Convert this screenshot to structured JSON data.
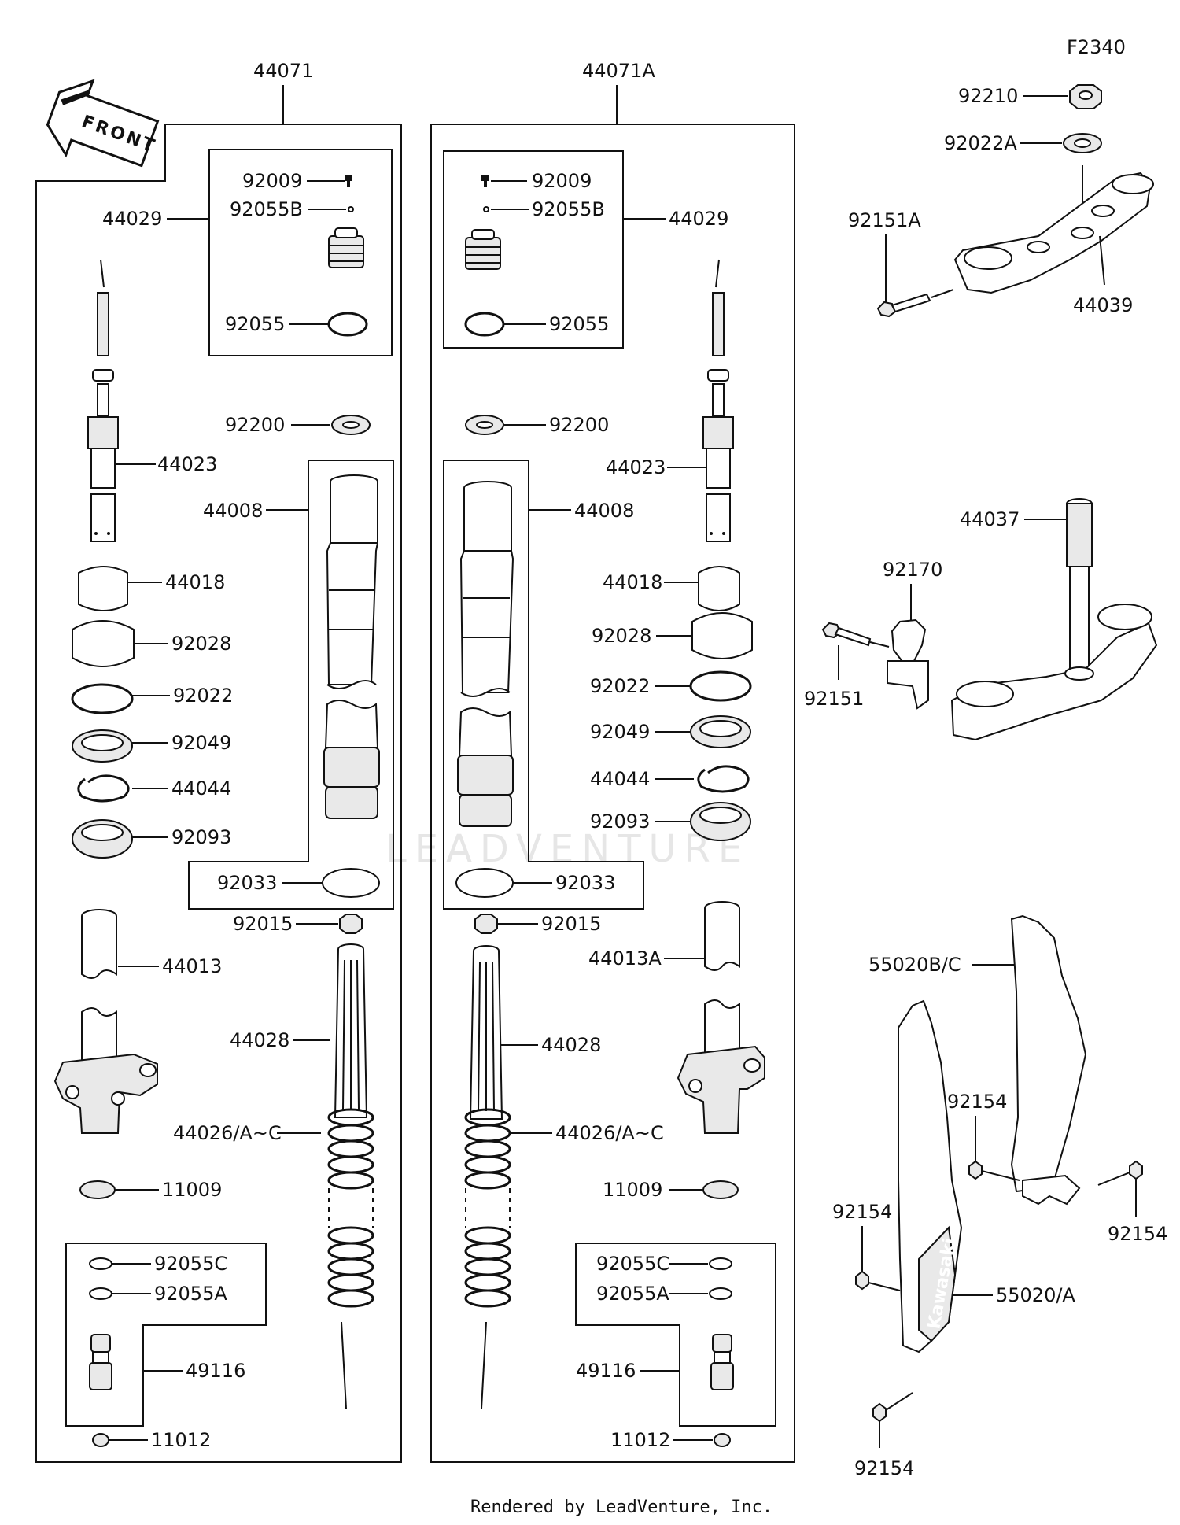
{
  "diagram_code": "F2340",
  "footer": "Rendered by LeadVenture, Inc.",
  "watermark": "LEADVENTURE",
  "front_label": "FRONT",
  "left_assembly": {
    "title": "44071",
    "parts": {
      "p92009": "92009",
      "p92055B": "92055B",
      "p44029": "44029",
      "p92055": "92055",
      "p92200": "92200",
      "p44023": "44023",
      "p44008": "44008",
      "p44018": "44018",
      "p92028": "92028",
      "p92022": "92022",
      "p92049": "92049",
      "p44044": "44044",
      "p92093": "92093",
      "p92033": "92033",
      "p92015": "92015",
      "p44013": "44013",
      "p44028": "44028",
      "p44026": "44026/A~C",
      "p11009": "11009",
      "p92055C": "92055C",
      "p92055A": "92055A",
      "p49116": "49116",
      "p11012": "11012"
    }
  },
  "right_assembly": {
    "title": "44071A",
    "parts": {
      "p92009": "92009",
      "p92055B": "92055B",
      "p44029": "44029",
      "p92055": "92055",
      "p92200": "92200",
      "p44023": "44023",
      "p44008": "44008",
      "p44018": "44018",
      "p92028": "92028",
      "p92022": "92022",
      "p92049": "92049",
      "p44044": "44044",
      "p92093": "92093",
      "p92033": "92033",
      "p92015": "92015",
      "p44013A": "44013A",
      "p44028": "44028",
      "p44026": "44026/A~C",
      "p11009": "11009",
      "p92055C": "92055C",
      "p92055A": "92055A",
      "p49116": "49116",
      "p11012": "11012"
    }
  },
  "side_parts": {
    "p92210": "92210",
    "p92022A": "92022A",
    "p92151A": "92151A",
    "p44039": "44039",
    "p44037": "44037",
    "p92170": "92170",
    "p92151": "92151",
    "p55020BC": "55020B/C",
    "p92154a": "92154",
    "p92154b": "92154",
    "p92154c": "92154",
    "p92154d": "92154",
    "p55020A": "55020/A",
    "brand": "Kawasaki"
  }
}
